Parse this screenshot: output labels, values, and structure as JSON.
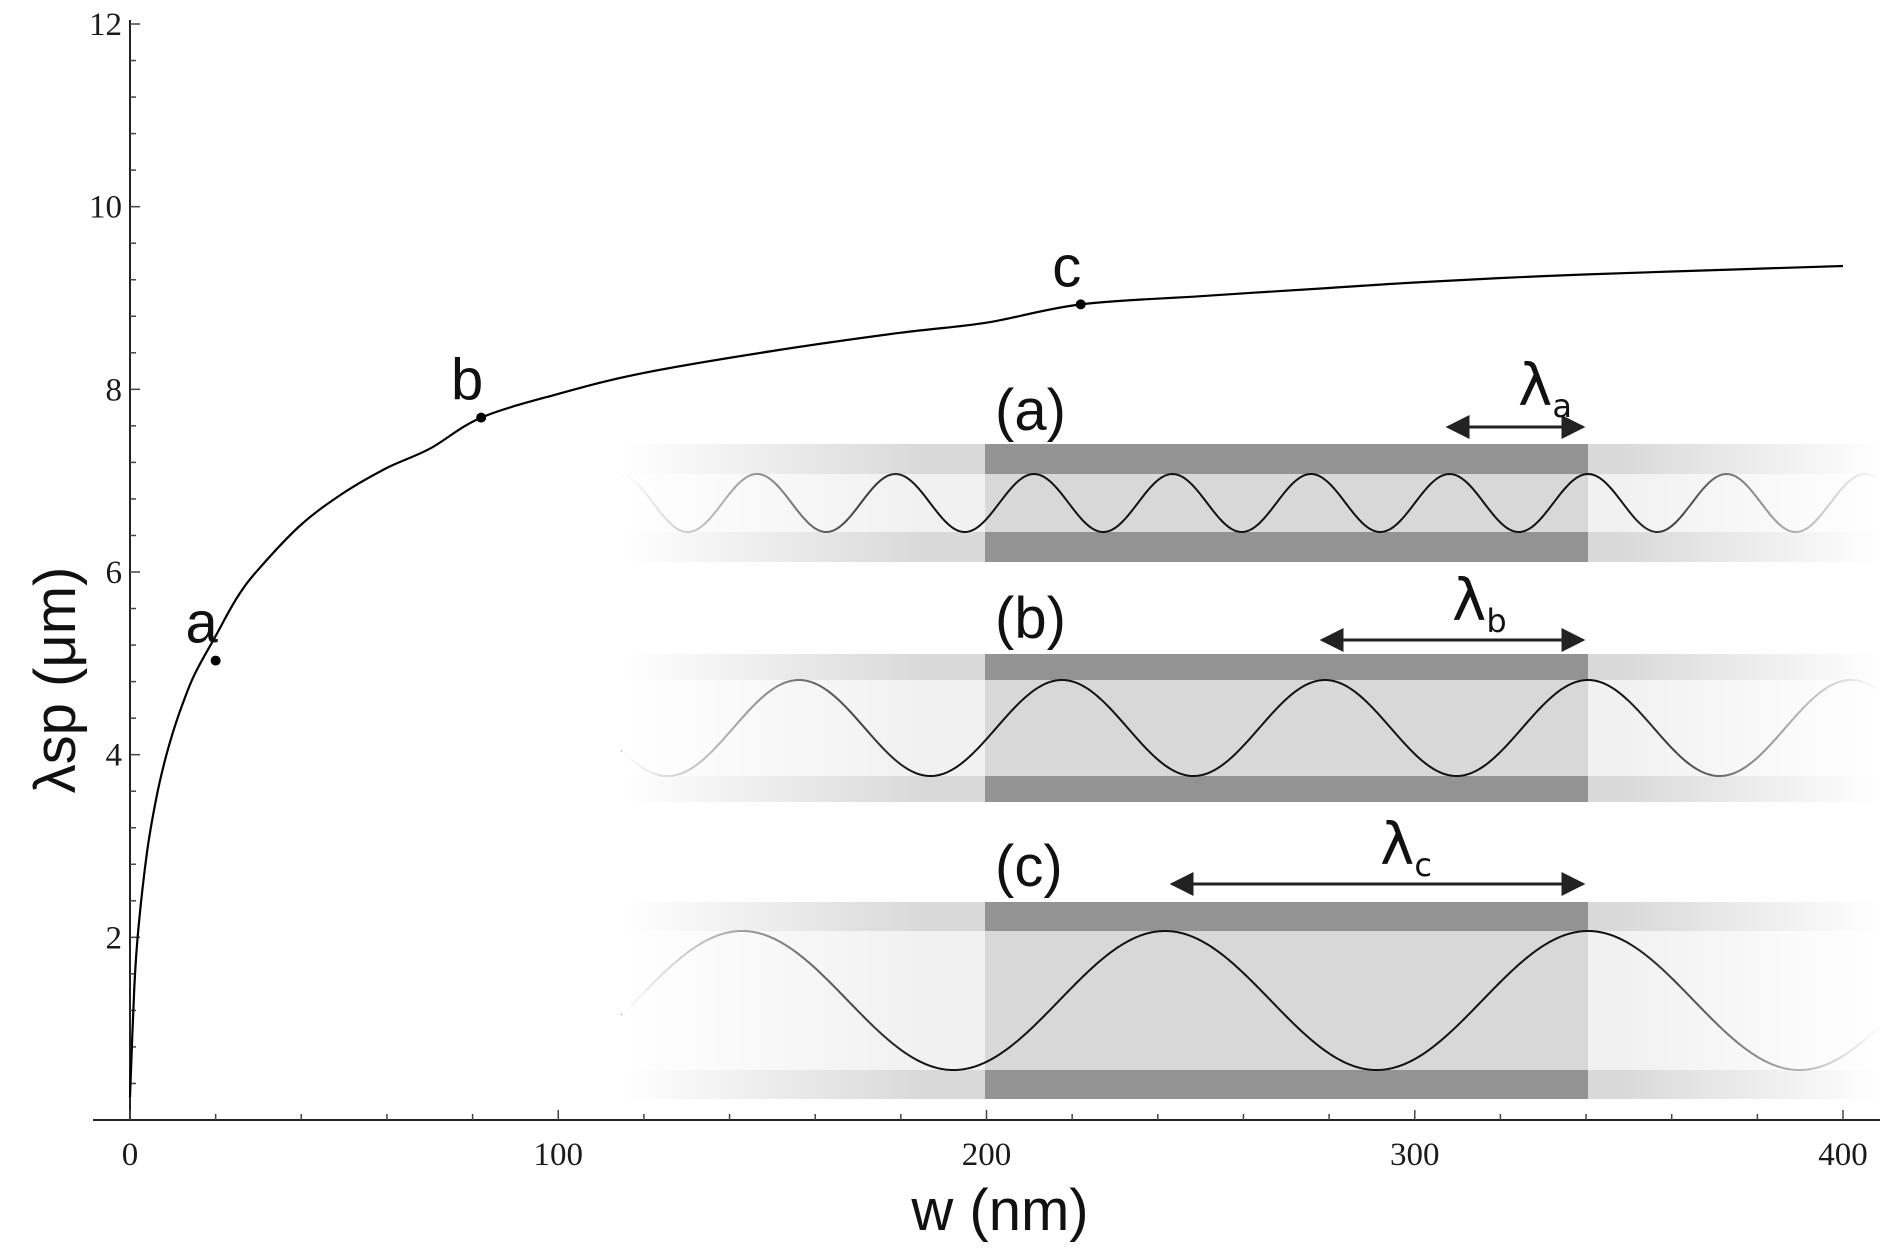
{
  "chart_data": {
    "type": "line",
    "xlabel": "w (nm)",
    "ylabel": "λsp (μm)",
    "xlim": [
      0,
      400
    ],
    "ylim": [
      0,
      12
    ],
    "x_ticks": [
      0,
      100,
      200,
      300,
      400
    ],
    "y_ticks": [
      2,
      4,
      6,
      8,
      10,
      12
    ],
    "grid": false,
    "series": [
      {
        "x": [
          0,
          1,
          2,
          4,
          6,
          8,
          10,
          12,
          15,
          20,
          25,
          30,
          40,
          50,
          60,
          70,
          82,
          100,
          120,
          150,
          180,
          200,
          222,
          250,
          280,
          300,
          330,
          360,
          400
        ],
        "y": [
          0.25,
          1.45,
          2.12,
          2.94,
          3.49,
          3.91,
          4.24,
          4.52,
          4.87,
          5.3,
          5.72,
          6.03,
          6.52,
          6.87,
          7.14,
          7.35,
          7.69,
          7.95,
          8.18,
          8.42,
          8.62,
          8.73,
          8.93,
          9.02,
          9.11,
          9.17,
          9.24,
          9.29,
          9.35
        ]
      }
    ],
    "points": [
      {
        "label": "a",
        "x": 20,
        "y": 5.03
      },
      {
        "label": "b",
        "x": 82,
        "y": 7.69
      },
      {
        "label": "c",
        "x": 222,
        "y": 8.93
      }
    ],
    "insets": [
      {
        "label": "(a)",
        "lambda_symbol": "λ",
        "lambda_subscript": "a"
      },
      {
        "label": "(b)",
        "lambda_symbol": "λ",
        "lambda_subscript": "b"
      },
      {
        "label": "(c)",
        "lambda_symbol": "λ",
        "lambda_subscript": "c"
      }
    ]
  }
}
